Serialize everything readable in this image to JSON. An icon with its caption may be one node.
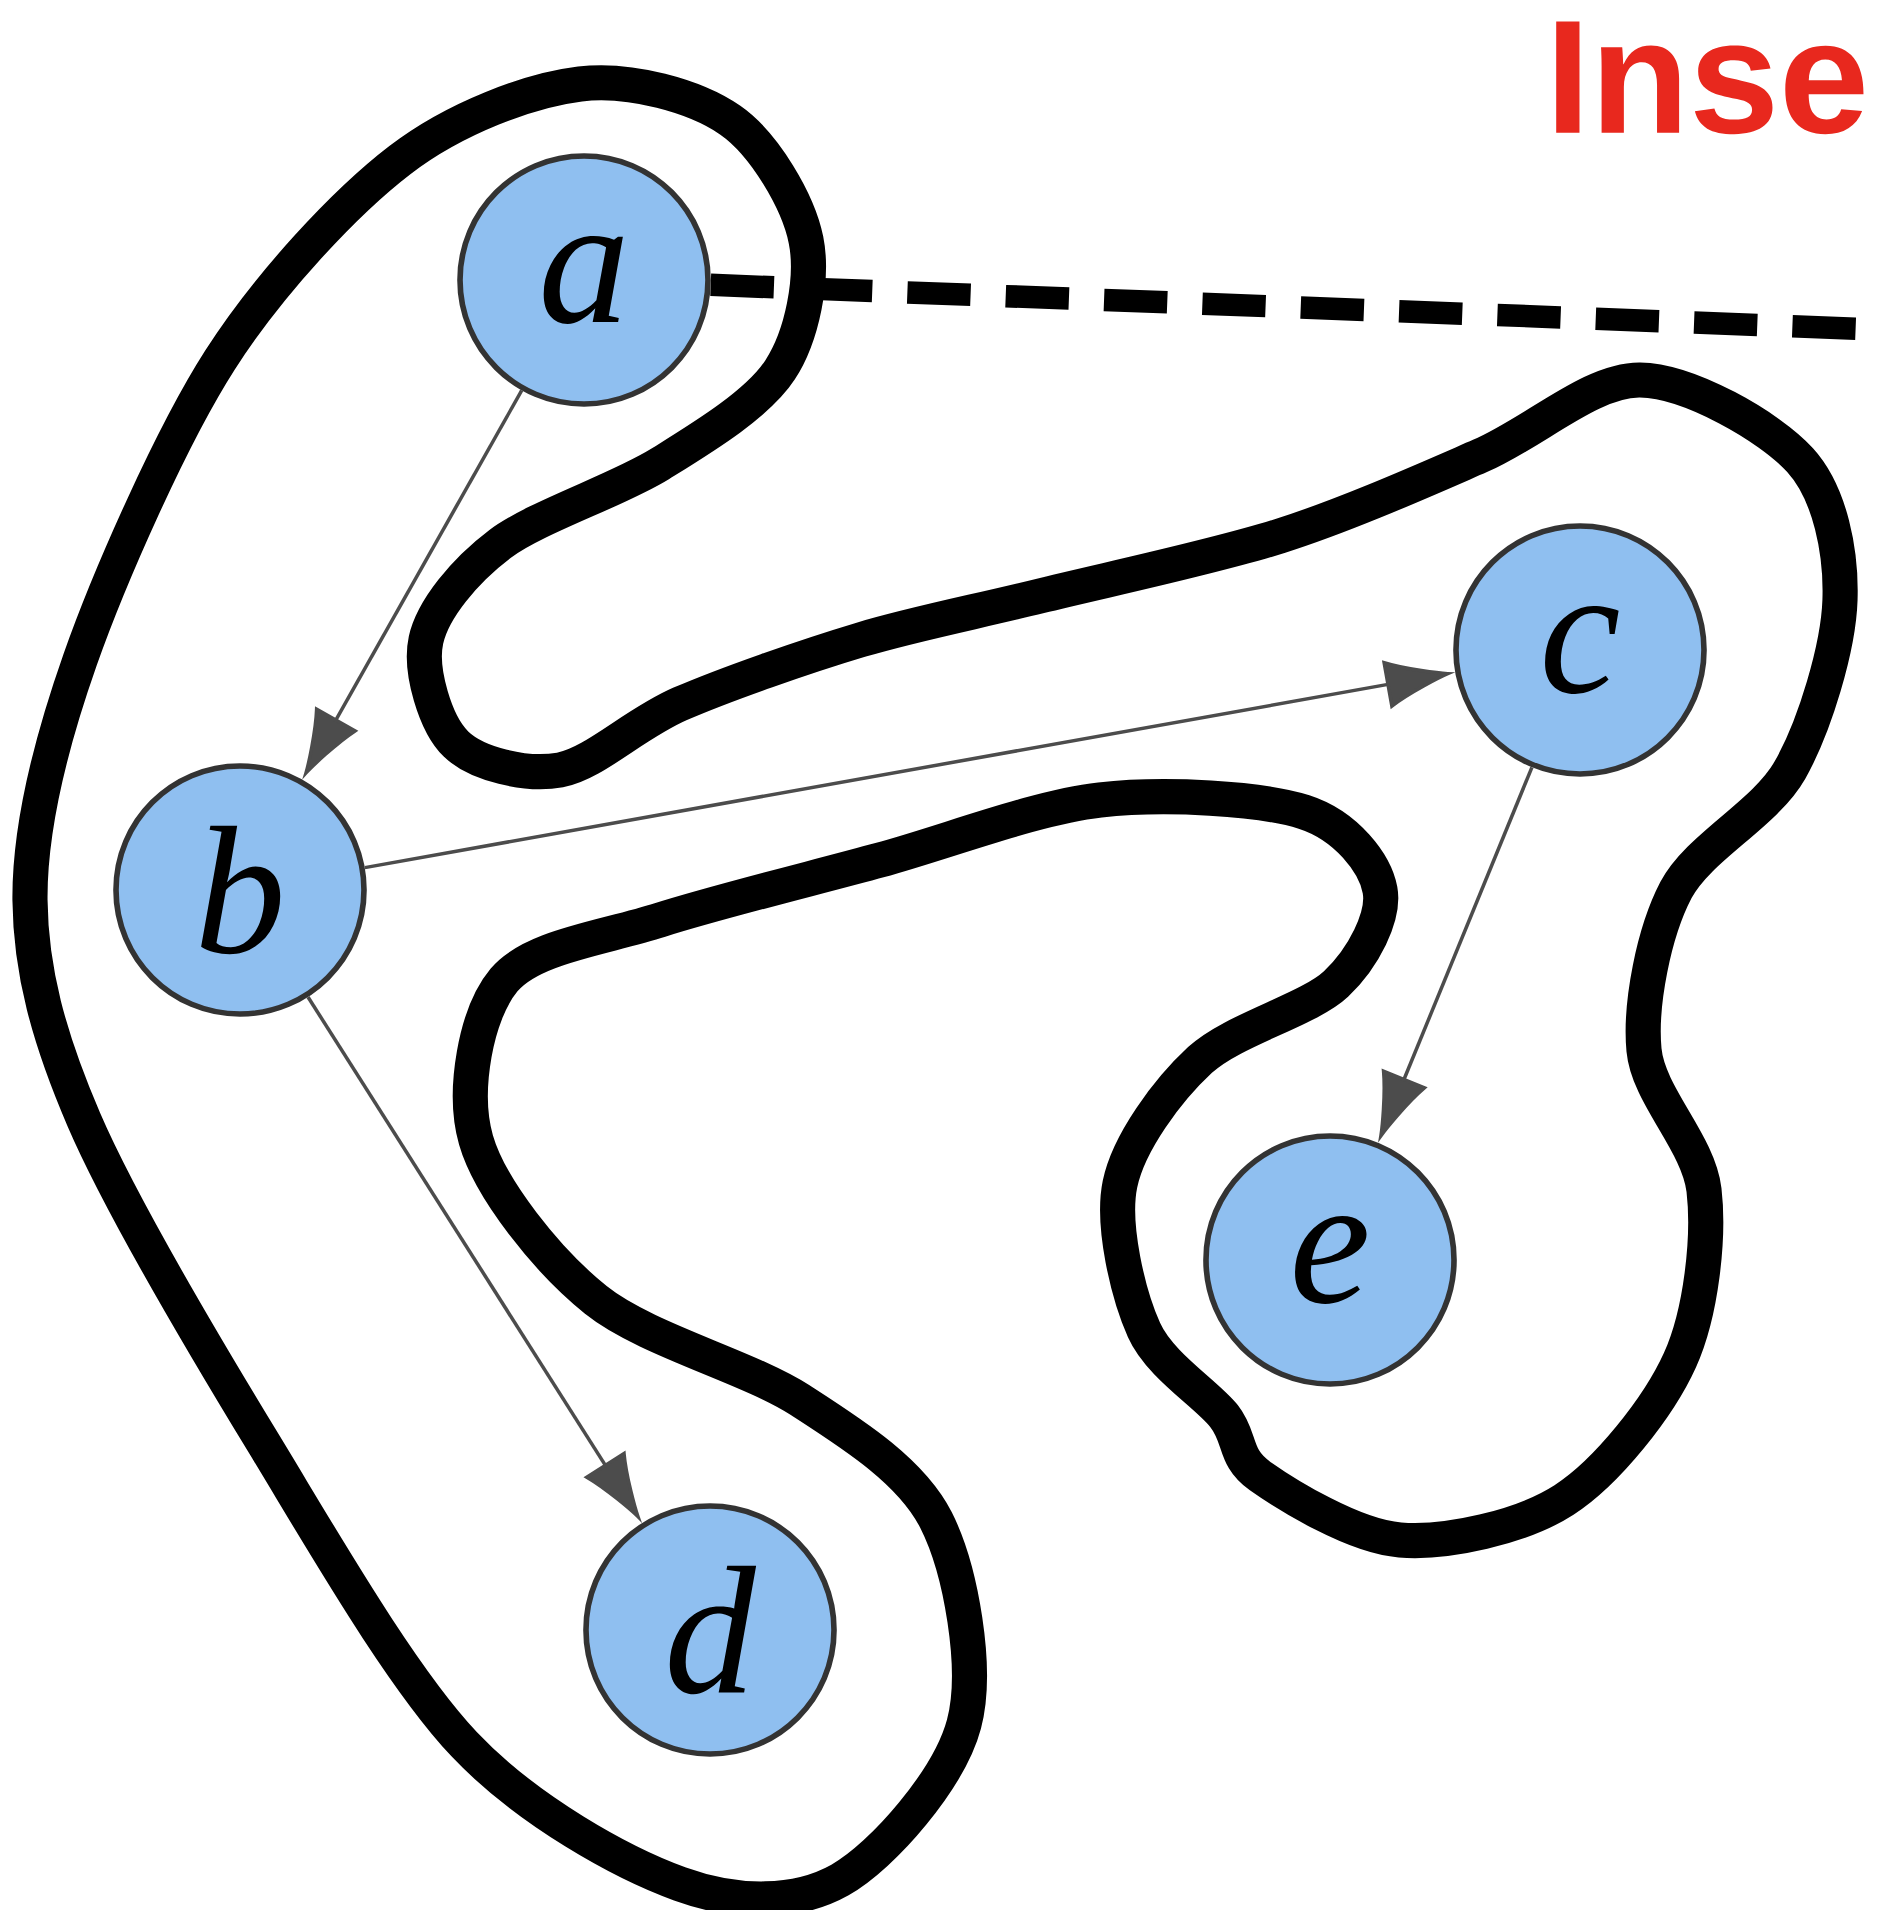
{
  "diagram": {
    "nodes": [
      {
        "text": [],
        "shape": "blob"
      },
      {
        "text": [
          "a"
        ],
        "in": 0
      },
      {
        "text": [
          "b"
        ],
        "in": 0
      },
      {
        "text": [
          "c"
        ],
        "in": 0
      },
      {
        "text": [
          "d"
        ],
        "in": 0
      },
      {
        "text": [
          "e"
        ],
        "in": 0
      }
    ],
    "edges": [
      {
        "from": 1,
        "to": 2,
        "arrow": "to"
      },
      {
        "from": 2,
        "to": 3,
        "arrow": "to"
      },
      {
        "from": 2,
        "to": 4,
        "arrow": "to"
      },
      {
        "from": 3,
        "to": 5,
        "arrow": "to"
      },
      {
        "from": 1,
        "to": null,
        "arrow": "none",
        "style": "dashed"
      }
    ],
    "labels": [
      "Inse"
    ]
  }
}
